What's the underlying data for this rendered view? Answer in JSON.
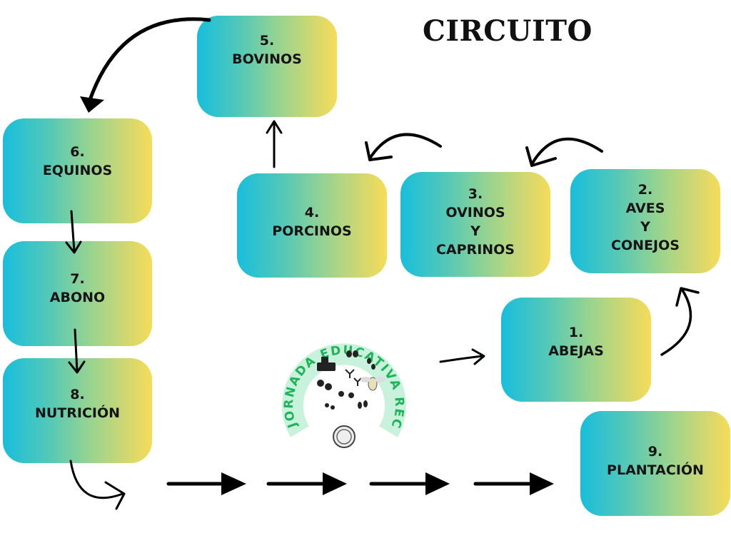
{
  "title": "CIRCUITO",
  "colors": {
    "gradient_start": "#18bedc",
    "gradient_end": "#f6dc58",
    "logo_ring": "#c9f2dc",
    "logo_text": "#1fb35a",
    "arrow": "#000000"
  },
  "stations": [
    {
      "number": "1.",
      "lines": [
        "ABEJAS"
      ]
    },
    {
      "number": "2.",
      "lines": [
        "AVES",
        "Y",
        "CONEJOS"
      ]
    },
    {
      "number": "3.",
      "lines": [
        "OVINOS",
        "Y",
        "CAPRINOS"
      ]
    },
    {
      "number": "4.",
      "lines": [
        "PORCINOS"
      ]
    },
    {
      "number": "5.",
      "lines": [
        "BOVINOS"
      ]
    },
    {
      "number": "6.",
      "lines": [
        "EQUINOS"
      ]
    },
    {
      "number": "7.",
      "lines": [
        "ABONO"
      ]
    },
    {
      "number": "8.",
      "lines": [
        "NUTRICIÓN"
      ]
    },
    {
      "number": "9.",
      "lines": [
        "PLANTACIÓN"
      ]
    }
  ],
  "logo": {
    "ring_text": "JORNADA EDUCATIVA RECREATIVA"
  }
}
